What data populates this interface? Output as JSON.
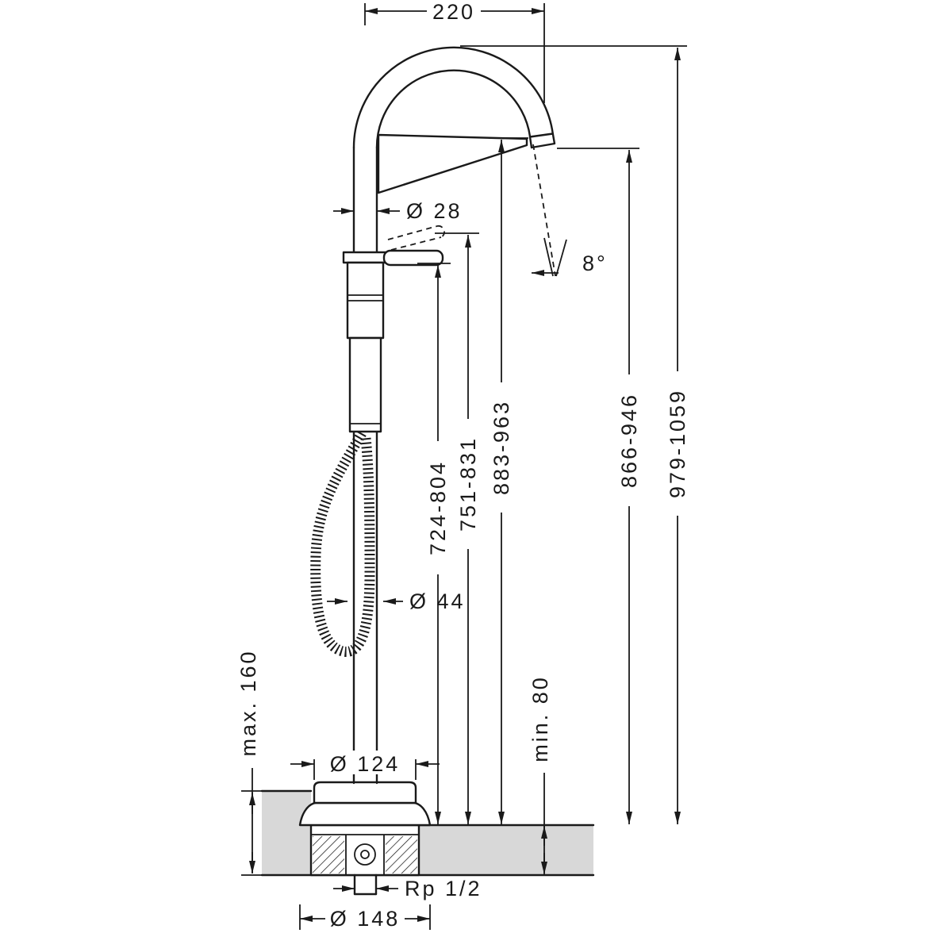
{
  "drawing": {
    "kind": "technical-dimension-drawing",
    "subject": "freestanding bath mixer with hand shower and floor rough-in",
    "floor_fill_color": "#d8d8d8",
    "line_color": "#1a1a1a"
  },
  "dims": {
    "projection": "220",
    "riser_diameter": "Ø 28",
    "spout_angle": "8°",
    "handle_height_range": "724-804",
    "handle_raised_range": "751-831",
    "spout_height_range": "883-963",
    "outlet_height_range": "866-946",
    "total_height_range": "979-1059",
    "body_diameter": "Ø 44",
    "floor_max": "max. 160",
    "base_plate_diameter": "Ø 124",
    "floor_min": "min. 80",
    "connection": "Rp 1/2",
    "rough_in_diameter": "Ø 148"
  }
}
